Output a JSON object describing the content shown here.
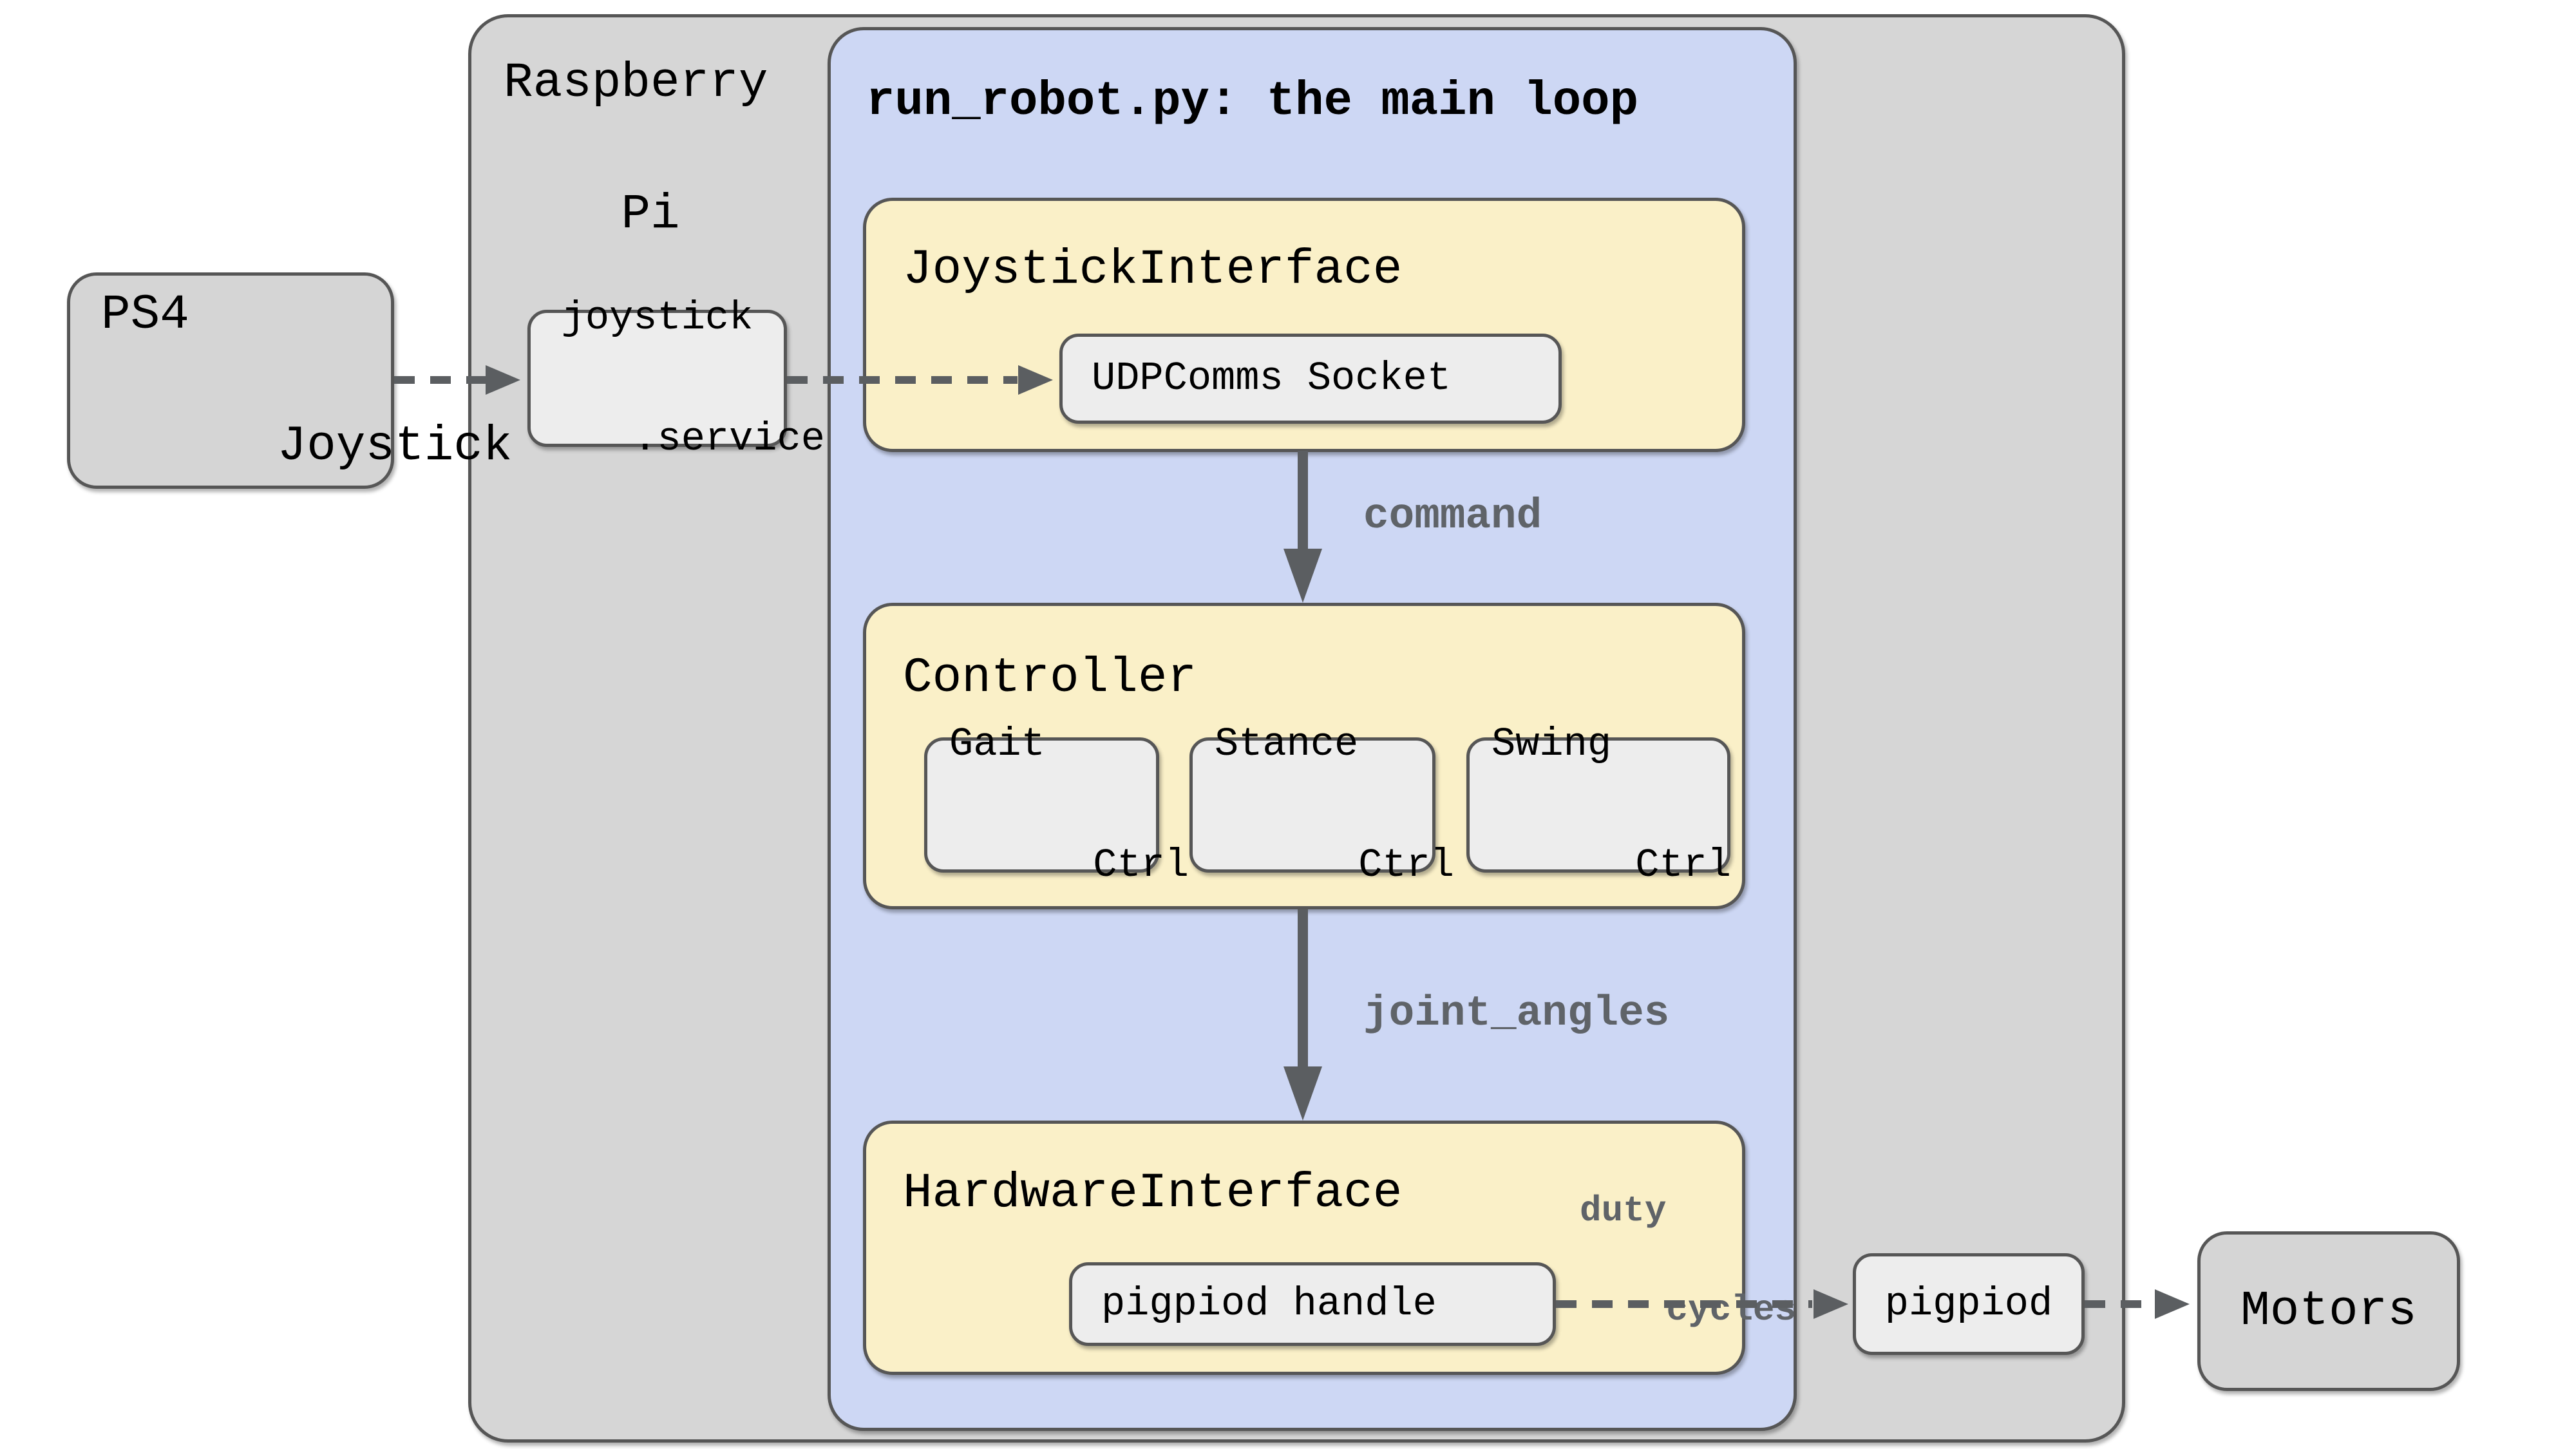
{
  "colors": {
    "background": "#ffffff",
    "outer_box_fill": "#d6d6d6",
    "inner_box_fill": "#cdd7f4",
    "module_box_fill": "#faf0c8",
    "sub_box_fill": "#ededed",
    "node_box_fill": "#d5d5d5",
    "border": "#565656",
    "arrow": "#5b5e61",
    "flow_label": "#5f6368",
    "text": "#000000"
  },
  "outer": {
    "label": {
      "line1": "Raspberry",
      "line2": "Pi"
    }
  },
  "main_loop": {
    "title": "run_robot.py: the main loop"
  },
  "nodes": {
    "ps4": {
      "line1": "PS4",
      "line2": "Joystick"
    },
    "joystick_service": {
      "line1": "joystick",
      "line2": ".service"
    },
    "joystick_interface": {
      "title": "JoystickInterface",
      "udp_socket": "UDPComms Socket"
    },
    "controller": {
      "title": "Controller",
      "children": [
        {
          "line1": "Gait",
          "line2": "Ctrl"
        },
        {
          "line1": "Stance",
          "line2": "Ctrl"
        },
        {
          "line1": "Swing",
          "line2": "Ctrl"
        }
      ]
    },
    "hardware_interface": {
      "title": "HardwareInterface",
      "pigpiod_handle": "pigpiod handle"
    },
    "pigpiod": {
      "label": "pigpiod"
    },
    "motors": {
      "label": "Motors"
    }
  },
  "edges": {
    "command": "command",
    "joint_angles": "joint_angles",
    "duty_cycles": {
      "line1": "duty",
      "line2": "cycles"
    }
  }
}
